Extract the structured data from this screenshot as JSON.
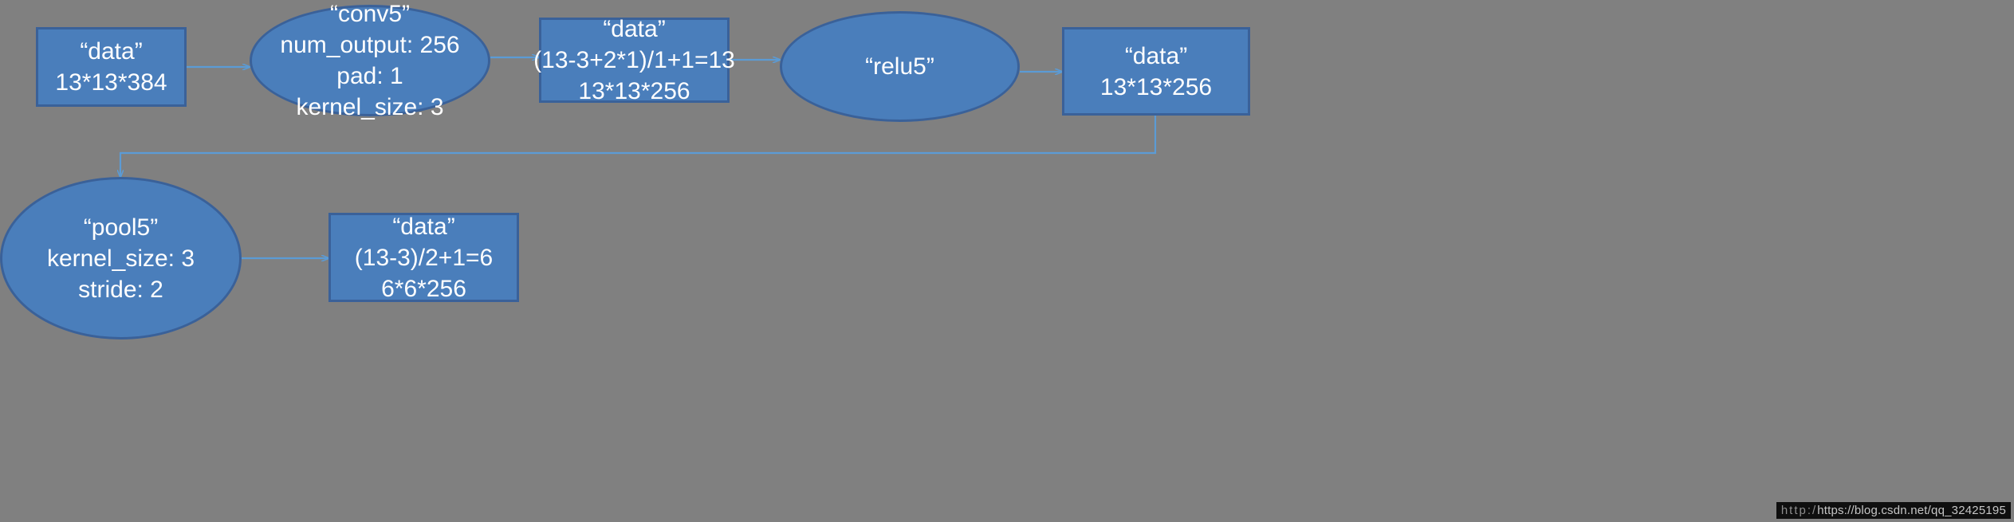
{
  "diagram": {
    "type": "flowchart",
    "title": "CNN conv5 / relu5 / pool5 layer flow",
    "background_color": "#808080",
    "node_fill_color": "#4a7ebb",
    "node_border_color": "#3a6199",
    "connector_color": "#5b9bd5",
    "text_color": "#ffffff",
    "nodes": [
      {
        "id": "data-in",
        "shape": "rectangle",
        "lines": [
          "“data”",
          "13*13*384"
        ]
      },
      {
        "id": "conv5",
        "shape": "ellipse",
        "lines": [
          "“conv5”",
          "num_output: 256",
          "pad: 1",
          "kernel_size: 3"
        ]
      },
      {
        "id": "data-conv5-out",
        "shape": "rectangle",
        "lines": [
          "“data”",
          "(13-3+2*1)/1+1=13",
          "13*13*256"
        ]
      },
      {
        "id": "relu5",
        "shape": "ellipse",
        "lines": [
          "“relu5”"
        ]
      },
      {
        "id": "data-relu5-out",
        "shape": "rectangle",
        "lines": [
          "“data”",
          "13*13*256"
        ]
      },
      {
        "id": "pool5",
        "shape": "ellipse",
        "lines": [
          "“pool5”",
          "kernel_size: 3",
          "stride: 2"
        ]
      },
      {
        "id": "data-pool5-out",
        "shape": "rectangle",
        "lines": [
          "“data”",
          "(13-3)/2+1=6",
          "6*6*256"
        ]
      }
    ]
  },
  "watermark": {
    "ghost_text": "http:/",
    "text": "https://blog.csdn.net/qq_32425195"
  }
}
